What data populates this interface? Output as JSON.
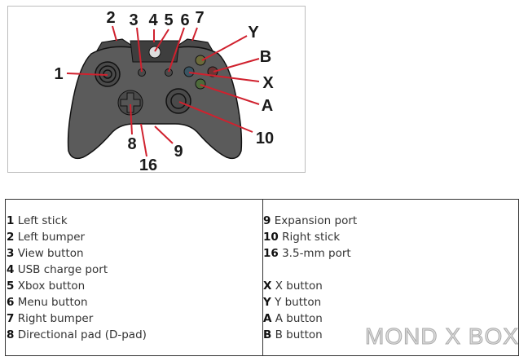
{
  "callouts": {
    "n1": "1",
    "n2": "2",
    "n3": "3",
    "n4": "4",
    "n5": "5",
    "n6": "6",
    "n7": "7",
    "n8": "8",
    "n9": "9",
    "n10": "10",
    "n16": "16",
    "Y": "Y",
    "B": "B",
    "X": "X",
    "A": "A"
  },
  "legend": {
    "left": [
      {
        "key": "1",
        "label": "Left stick"
      },
      {
        "key": "2",
        "label": "Left bumper"
      },
      {
        "key": "3",
        "label": "View button"
      },
      {
        "key": "4",
        "label": "USB charge port"
      },
      {
        "key": "5",
        "label": "Xbox button"
      },
      {
        "key": "6",
        "label": "Menu button"
      },
      {
        "key": "7",
        "label": "Right bumper"
      },
      {
        "key": "8",
        "label": "Directional pad (D-pad)"
      }
    ],
    "right": [
      {
        "key": "9",
        "label": "Expansion port"
      },
      {
        "key": "10",
        "label": "Right stick"
      },
      {
        "key": "16",
        "label": "3.5-mm port"
      },
      {
        "key": "X",
        "label": "X button"
      },
      {
        "key": "Y",
        "label": "Y button"
      },
      {
        "key": "A",
        "label": "A button"
      },
      {
        "key": "B",
        "label": "B button"
      }
    ]
  },
  "watermark": "MOND X BOX",
  "colors": {
    "leader": "#d0212e",
    "body": "#5a5a5a",
    "outline": "#111111"
  }
}
